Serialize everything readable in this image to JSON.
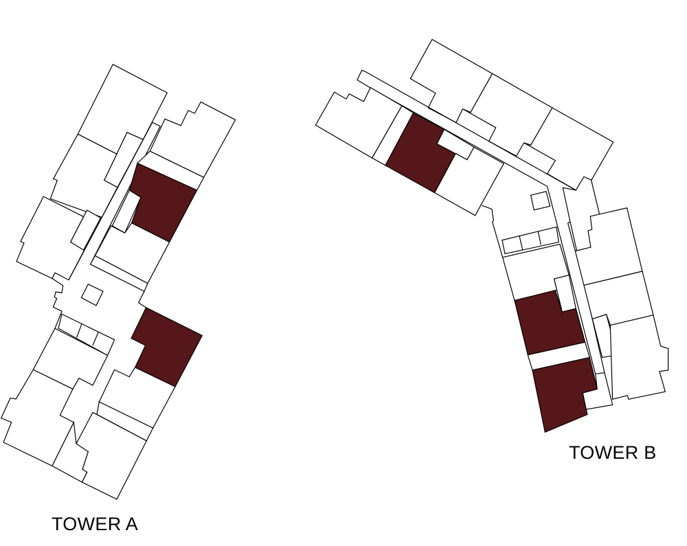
{
  "towers": [
    {
      "label": "TOWER A",
      "highlighted_units": 2
    },
    {
      "label": "TOWER B",
      "highlighted_units": 3
    }
  ],
  "colors": {
    "highlight": "#551719",
    "unit": "#ffffff",
    "outline": "#000000"
  }
}
